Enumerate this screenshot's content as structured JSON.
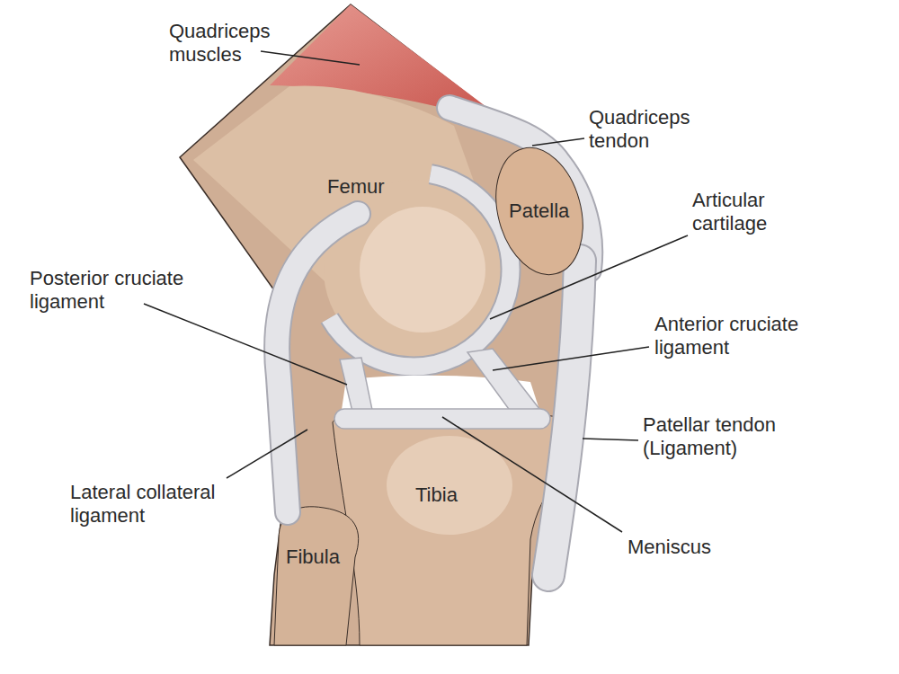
{
  "diagram": {
    "labels": [
      "Quadriceps muscles",
      "Quadriceps tendon",
      "Femur",
      "Patella",
      "Articular cartilage",
      "Posterior cruciate ligament",
      "Anterior cruciate ligament",
      "Patellar tendon (Ligament)",
      "Lateral collateral ligament",
      "Tibia",
      "Meniscus",
      "Fibula"
    ]
  }
}
